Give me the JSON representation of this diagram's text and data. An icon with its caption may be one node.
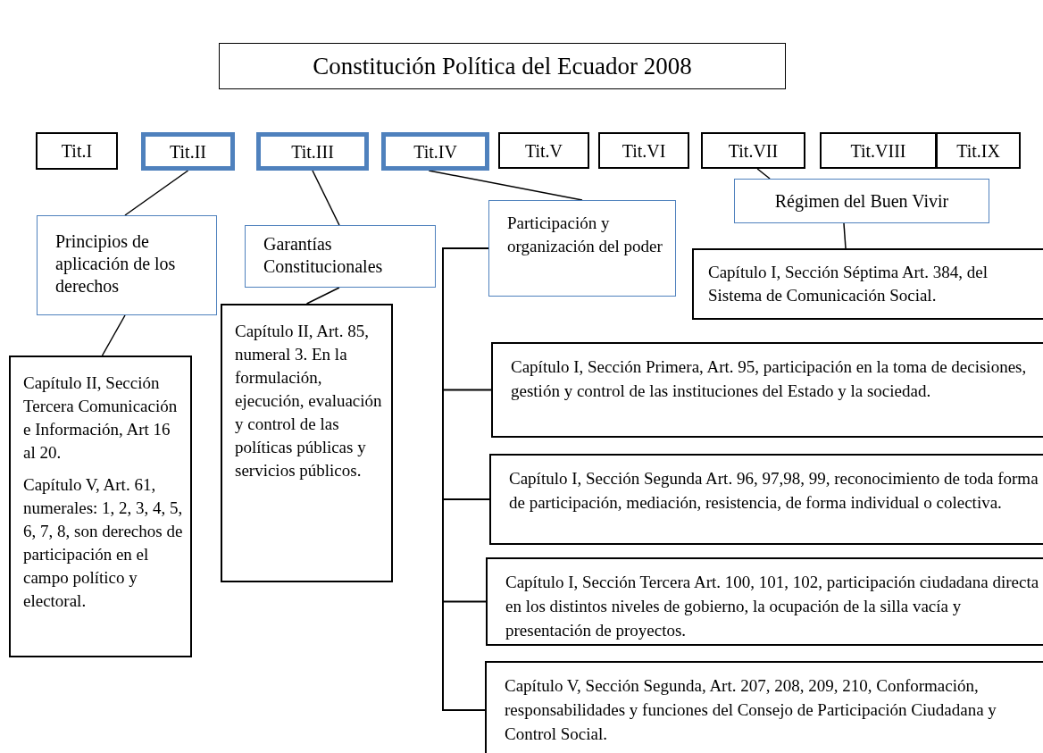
{
  "diagram": {
    "nodes": [
      {
        "text": [
          "Constitución Política del Ecuador 2008"
        ]
      },
      {
        "text": [
          "Tit.I"
        ]
      },
      {
        "text": [
          "Tit.II"
        ]
      },
      {
        "text": [
          "Tit.III"
        ]
      },
      {
        "text": [
          "Tit.IV"
        ]
      },
      {
        "text": [
          "Tit.V"
        ]
      },
      {
        "text": [
          "Tit.VI"
        ]
      },
      {
        "text": [
          "Tit.VII"
        ]
      },
      {
        "text": [
          "Tit.VIII"
        ]
      },
      {
        "text": [
          "Tit.IX"
        ]
      },
      {
        "text": [
          "Principios de aplicación de los derechos"
        ]
      },
      {
        "text": [
          "Garantías Constitucionales"
        ]
      },
      {
        "text": [
          "Participación y organización del poder"
        ]
      },
      {
        "text": [
          "Régimen del Buen Vivir"
        ]
      },
      {
        "text": [
          "Capítulo I, Sección Séptima Art. 384, del Sistema de Comunicación Social."
        ]
      },
      {
        "text": [
          "Capítulo II, Sección Tercera Comunicación e Información, Art 16 al 20.",
          "Capítulo V, Art. 61, numerales: 1, 2, 3, 4, 5, 6, 7, 8, son derechos de participación en el campo político y electoral."
        ]
      },
      {
        "text": [
          "Capítulo II, Art. 85, numeral 3. En la formulación, ejecución, evaluación y control de las políticas públicas y servicios públicos."
        ]
      },
      {
        "text": [
          "Capítulo I, Sección Primera, Art. 95, participación en la toma de decisiones, gestión y control de las instituciones del Estado y la sociedad."
        ]
      },
      {
        "text": [
          "Capítulo I, Sección Segunda Art. 96, 97,98, 99, reconocimiento de toda forma de participación, mediación, resistencia, de forma individual o colectiva."
        ]
      },
      {
        "text": [
          "Capítulo I, Sección Tercera  Art. 100, 101, 102, participación ciudadana directa en los distintos niveles de gobierno, la ocupación de la silla vacía y presentación de proyectos."
        ]
      },
      {
        "text": [
          "Capítulo V, Sección Segunda,  Art. 207, 208, 209, 210, Conformación, responsabilidades y funciones del Consejo de Participación Ciudadana y Control Social."
        ]
      }
    ],
    "edges": [
      {
        "from": 2,
        "to": 10,
        "arrow": "none"
      },
      {
        "from": 3,
        "to": 11,
        "arrow": "none"
      },
      {
        "from": 4,
        "to": 12,
        "arrow": "none"
      },
      {
        "from": 7,
        "to": 13,
        "arrow": "none"
      },
      {
        "from": 13,
        "to": 14,
        "arrow": "none"
      },
      {
        "from": 10,
        "to": 15,
        "arrow": "none"
      },
      {
        "from": 11,
        "to": 16,
        "arrow": "none"
      },
      {
        "from": 12,
        "to": 17,
        "arrow": "none"
      },
      {
        "from": 12,
        "to": 18,
        "arrow": "none"
      },
      {
        "from": 12,
        "to": 19,
        "arrow": "none"
      },
      {
        "from": 12,
        "to": 20,
        "arrow": "none"
      }
    ]
  }
}
